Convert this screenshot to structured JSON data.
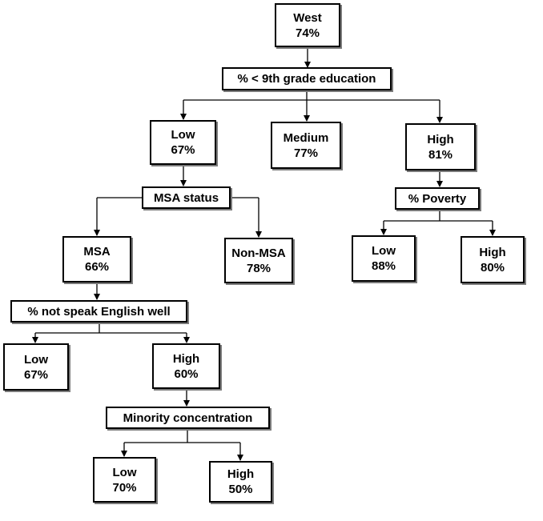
{
  "nodes": {
    "root": {
      "label": "West",
      "value": "74%"
    },
    "edu": {
      "label": "% < 9th grade education"
    },
    "edu_low": {
      "label": "Low",
      "value": "67%"
    },
    "edu_med": {
      "label": "Medium",
      "value": "77%"
    },
    "edu_high": {
      "label": "High",
      "value": "81%"
    },
    "msa": {
      "label": "MSA status"
    },
    "poverty": {
      "label": "% Poverty"
    },
    "msa_yes": {
      "label": "MSA",
      "value": "66%"
    },
    "msa_no": {
      "label": "Non-MSA",
      "value": "78%"
    },
    "pov_low": {
      "label": "Low",
      "value": "88%"
    },
    "pov_high": {
      "label": "High",
      "value": "80%"
    },
    "english": {
      "label": "% not speak English well"
    },
    "eng_low": {
      "label": "Low",
      "value": "67%"
    },
    "eng_high": {
      "label": "High",
      "value": "60%"
    },
    "minority": {
      "label": "Minority concentration"
    },
    "min_low": {
      "label": "Low",
      "value": "70%"
    },
    "min_high": {
      "label": "High",
      "value": "50%"
    }
  }
}
